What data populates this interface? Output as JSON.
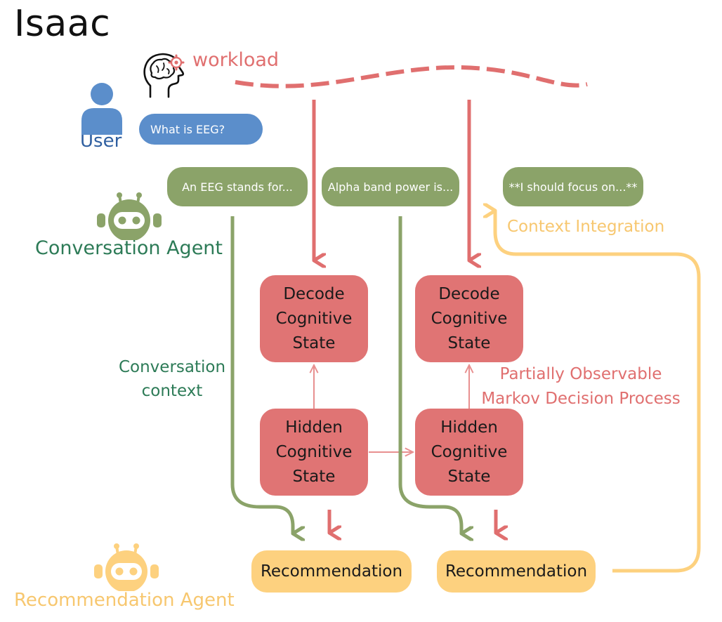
{
  "title": "Isaac",
  "labels": {
    "workload": "workload",
    "user": "User",
    "conversation_agent": "Conversation Agent",
    "recommendation_agent": "Recommendation Agent",
    "conversation_context_line1": "Conversation",
    "conversation_context_line2": "context",
    "context_integration": "Context Integration",
    "pomdp_line1": "Partially Observable",
    "pomdp_line2": "Markov Decision Process"
  },
  "bubbles": {
    "user_question": "What is EEG?",
    "agent_reply_1": "An EEG stands for...",
    "agent_reply_2": "Alpha band power is...",
    "agent_thought": "**I should focus on...**"
  },
  "boxes": {
    "decode_1": [
      "Decode",
      "Cognitive",
      "State"
    ],
    "decode_2": [
      "Decode",
      "Cognitive",
      "State"
    ],
    "hidden_1": [
      "Hidden",
      "Cognitive",
      "State"
    ],
    "hidden_2": [
      "Hidden",
      "Cognitive",
      "State"
    ],
    "recommendation_1": "Recommendation",
    "recommendation_2": "Recommendation"
  },
  "colors": {
    "red": "#e06f6f",
    "box_red": "#e07474",
    "green": "#8ba369",
    "dark_green": "#2d7b57",
    "blue": "#5b8ecb",
    "yellow": "#fdd17f",
    "yellow_text": "#f7c76f"
  },
  "icons": {
    "user": "person-icon",
    "brain": "brain-head-icon",
    "conversation_agent": "robot-icon",
    "recommendation_agent": "robot-icon"
  }
}
